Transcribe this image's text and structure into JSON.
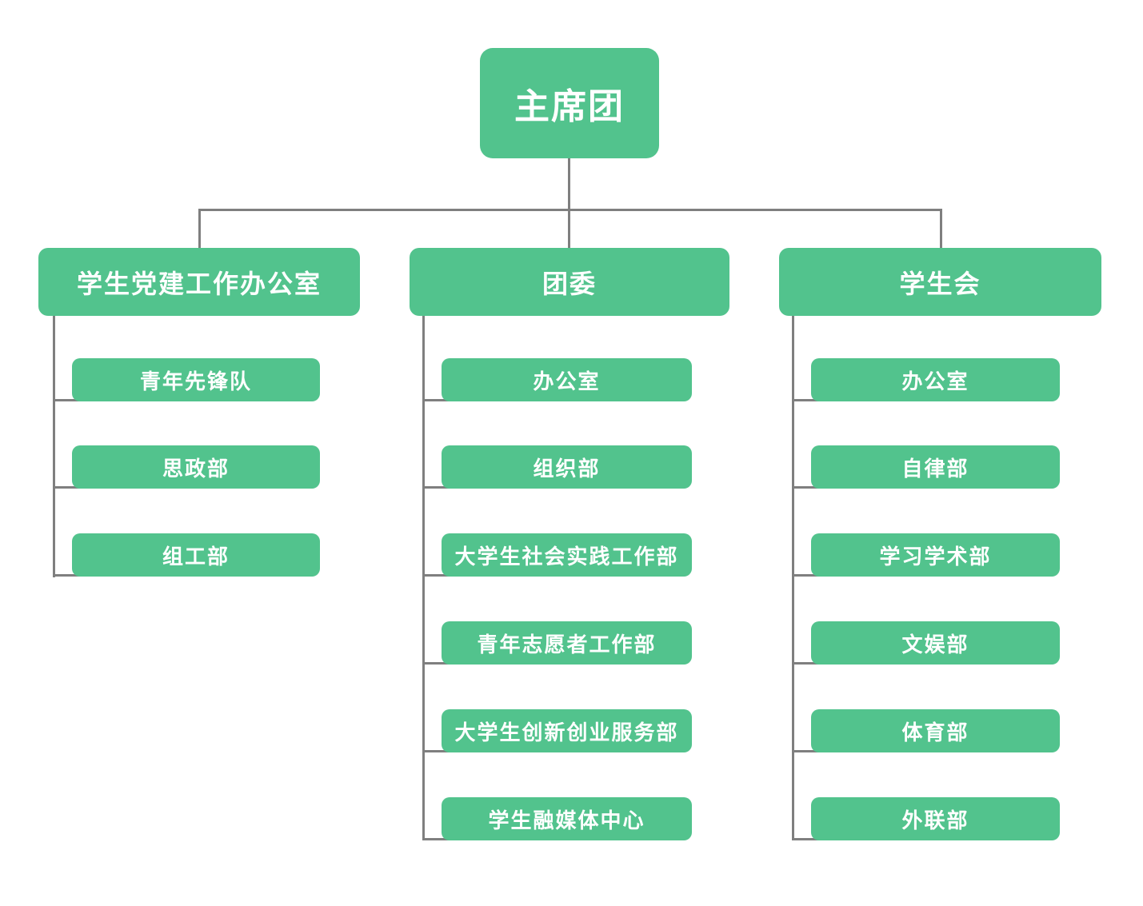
{
  "org": {
    "root": "主席团",
    "branches": [
      {
        "title": "学生党建工作办公室",
        "children": [
          "青年先锋队",
          "思政部",
          "组工部"
        ]
      },
      {
        "title": "团委",
        "children": [
          "办公室",
          "组织部",
          "大学生社会实践工作部",
          "青年志愿者工作部",
          "大学生创新创业服务部",
          "学生融媒体中心"
        ]
      },
      {
        "title": "学生会",
        "children": [
          "办公室",
          "自律部",
          "学习学术部",
          "文娱部",
          "体育部",
          "外联部"
        ]
      }
    ],
    "colors": {
      "node_fill": "#52c38d",
      "node_text": "#ffffff",
      "connector": "#7f7f7f",
      "background": "#ffffff"
    }
  }
}
